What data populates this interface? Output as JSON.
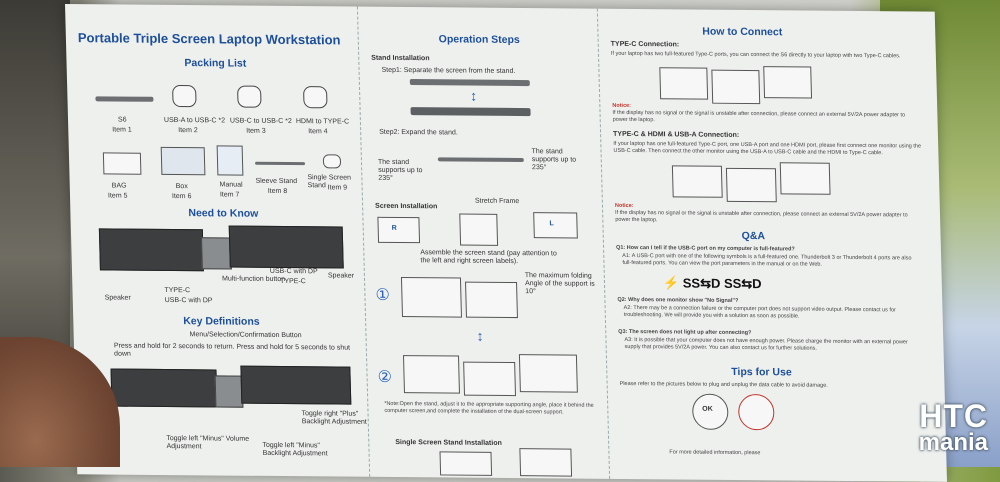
{
  "watermark": {
    "brand": "HTC",
    "sub": "mania"
  },
  "left": {
    "title": "Portable Triple Screen Laptop Workstation",
    "packing_list_heading": "Packing List",
    "items": [
      {
        "name": "S6",
        "num": "Item 1"
      },
      {
        "name": "USB-A to USB-C *2",
        "num": "Item 2"
      },
      {
        "name": "USB-C to USB-C *2",
        "num": "Item 3"
      },
      {
        "name": "HDMI to TYPE-C",
        "num": "Item 4"
      },
      {
        "name": "BAG",
        "num": "Item 5"
      },
      {
        "name": "Box",
        "num": "Item 6"
      },
      {
        "name": "Manual",
        "num": "Item 7"
      },
      {
        "name": "Sleeve Stand",
        "num": "Item 8"
      },
      {
        "name": "Single Screen Stand",
        "num": "Item 9"
      }
    ],
    "need_to_know_heading": "Need to Know",
    "ports": {
      "speaker_left": "Speaker",
      "multi_function": "Multi-function button",
      "type_c": "TYPE-C",
      "usb_c_dp_left": "USB-C with DP",
      "usb_c_dp_right": "USB-C with DP",
      "type_c_right": "TYPE-C",
      "speaker_right": "Speaker"
    },
    "key_definitions_heading": "Key Definitions",
    "menu_button": "Menu/Selection/Confirmation Button",
    "press_hold": "Press and hold for 2 seconds to return. Press and hold for 5 seconds to shut down",
    "toggle_left": "Toggle left \"Minus\" Volume Adjustment",
    "toggle_right_plus": "Toggle right \"Plus\" Backlight Adjustment",
    "toggle_left_minus2": "Toggle left \"Minus\" Backlight Adjustment"
  },
  "middle": {
    "heading": "Operation Steps",
    "stand_install": "Stand Installation",
    "step1": "Step1: Separate the screen from the stand.",
    "step2": "Step2: Expand the stand.",
    "supports_left": "The stand supports up to 235°",
    "supports_right": "The stand supports up to 235°",
    "screen_install": "Screen Installation",
    "stretch_frame": "Stretch Frame",
    "assemble": "Assemble the screen stand (pay attention to the left and right screen labels).",
    "label_r": "R",
    "label_l": "L",
    "max_angle": "The maximum folding Angle of the support is 10°",
    "step_one": "①",
    "step_two": "②",
    "note": "*Note:Open the stand, adjust it to the appropriate supporting angle, place it behind the computer screen,and complete the installation of the dual-screen support.",
    "single_stand": "Single Screen Stand Installation"
  },
  "right": {
    "heading": "How to Connect",
    "typec_title": "TYPE-C Connection:",
    "typec_text": "If your laptop has two full-featured Type-C ports, you can connect the S6 directly to your laptop with two Type-C cables.",
    "notice1_label": "Notice:",
    "notice1_text": "If the display has no signal or the signal is unstable after connection, please connect an external 5V/2A power adapter to power the laptop.",
    "hdmi_title": "TYPE-C & HDMI & USB-A Connection:",
    "hdmi_text": "If your laptop has one full-featured Type-C port, one USB-A port and one HDMI port, please first connect one monitor using the USB-C cable. Then connect the other monitor using the USB-A to USB-C cable and the HDMI to Type-C cable.",
    "notice2_label": "Notice:",
    "notice2_text": "If the display has no signal or the signal is unstable after connection, please connect an external 5V/2A power adapter to power the laptop.",
    "qa_heading": "Q&A",
    "q1": "Q1: How can I tell if the USB-C port on my computer is full-featured?",
    "a1": "A1: A USB-C port with one of the following symbols is a full-featured one. Thunderbolt 3 or Thunderbolt 4 ports are also full-featured ports. You can view the port parameters in the manual or on the Web.",
    "symbols": "⚡ SS⇆D  SS⇆D",
    "q2": "Q2: Why does one monitor show \"No Signal\"?",
    "a2": "A2: There may be a connection failure or the computer port does not support video output. Please contact us for troubleshooting. We will provide you with a solution as soon as possible.",
    "q3": "Q3: The screen does not light up after connecting?",
    "a3": "A3: It is possible that your computer does not have enough power. Please charge the monitor with an external power supply that provides 5V/2A power. You can also contact us for further solutions.",
    "tips_heading": "Tips for Use",
    "tips_text": "Please refer to the pictures below to plug and unplug the data cable to avoid damage.",
    "ok_label": "OK",
    "more_info": "For more detailed information, please"
  }
}
